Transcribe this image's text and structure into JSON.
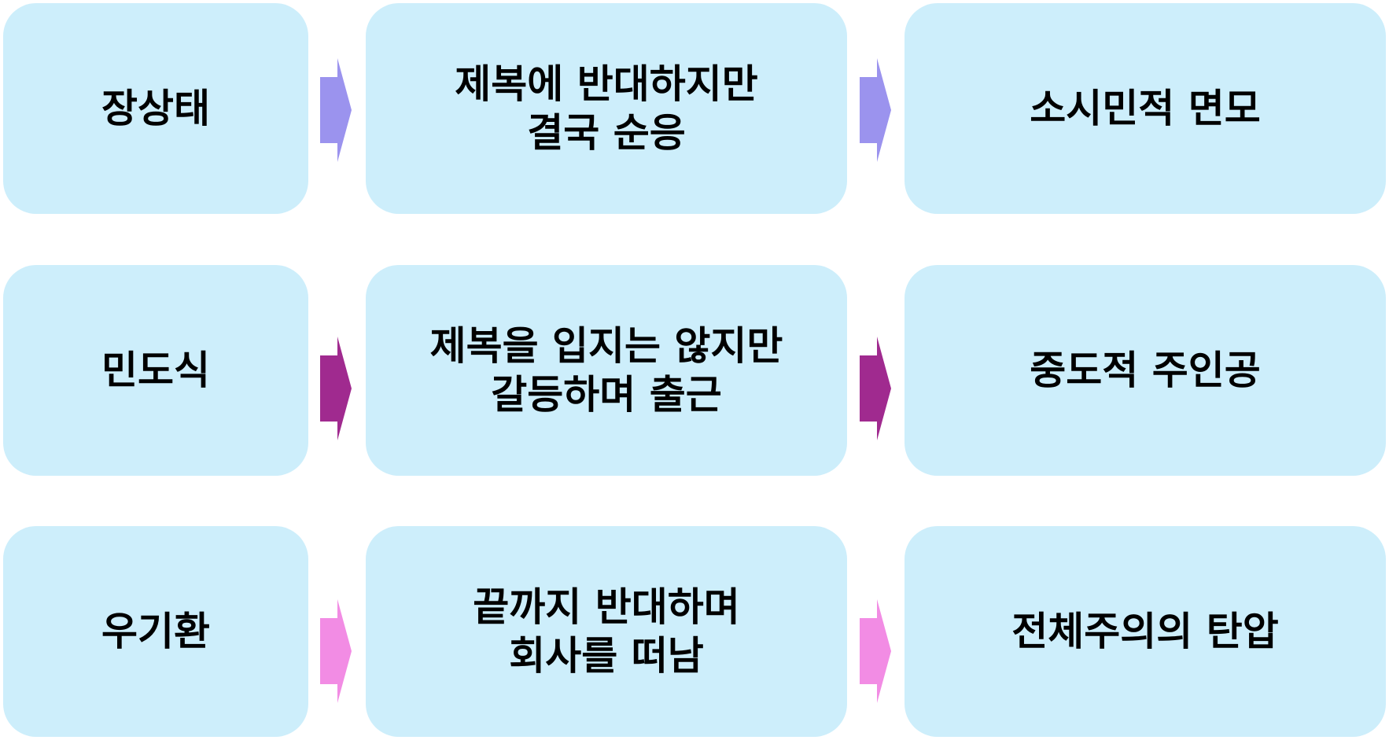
{
  "rows": [
    {
      "character": "장상태",
      "action": "제복에 반대하지만\n결국 순응",
      "meaning": "소시민적 면모",
      "arrow_color": "#9b93ee"
    },
    {
      "character": "민도식",
      "action": "제복을 입지는 않지만\n갈등하며 출근",
      "meaning": "중도적 주인공",
      "arrow_color": "#a02a8f"
    },
    {
      "character": "우기환",
      "action": "끝까지 반대하며\n회사를 떠남",
      "meaning": "전체주의의 탄압",
      "arrow_color": "#f28ce4"
    }
  ],
  "box_color": "#cdeefb"
}
